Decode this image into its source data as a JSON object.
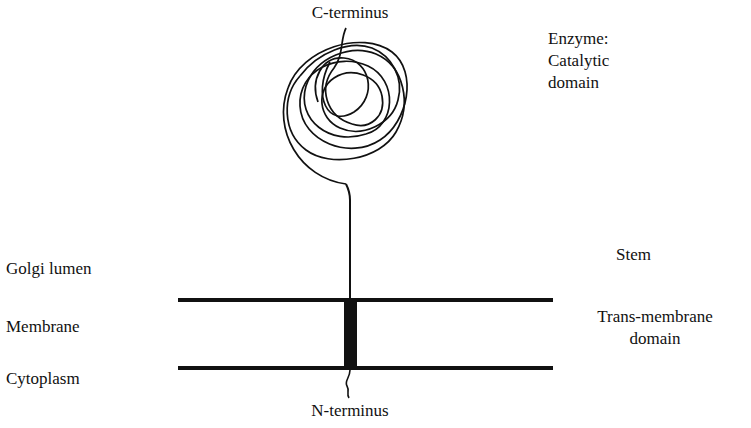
{
  "diagram": {
    "labels": [
      "C-terminus",
      "Enzyme: Catalytic domain",
      "Stem",
      "Golgi lumen",
      "Membrane",
      "Trans-membrane domain",
      "Cytoplasm",
      "N-terminus"
    ]
  }
}
